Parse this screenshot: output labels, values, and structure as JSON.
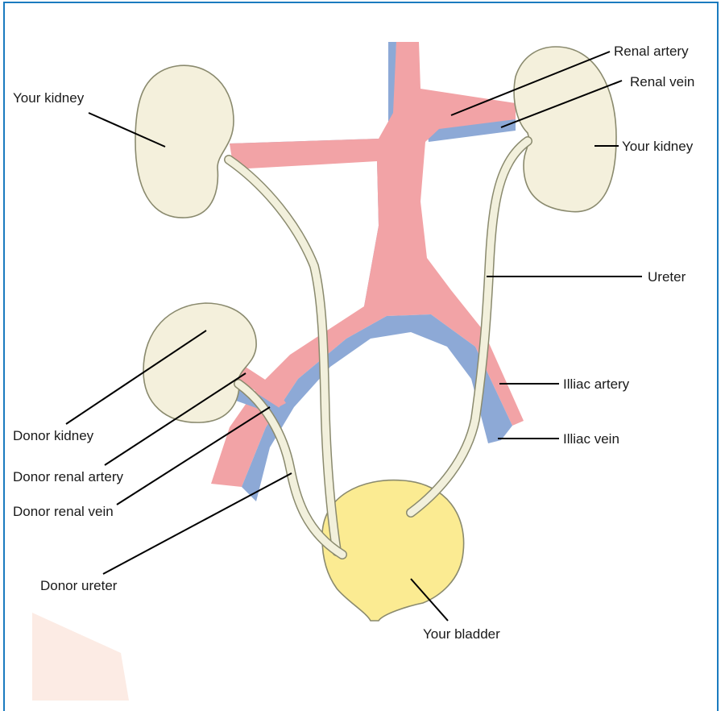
{
  "labels": {
    "your_kidney_left": "Your kidney",
    "renal_artery": "Renal artery",
    "renal_vein": "Renal vein",
    "your_kidney_right": "Your kidney",
    "ureter": "Ureter",
    "illiac_artery": "Illiac artery",
    "illiac_vein": "Illiac vein",
    "donor_kidney": "Donor kidney",
    "donor_renal_artery": "Donor renal artery",
    "donor_renal_vein": "Donor renal vein",
    "donor_ureter": "Donor ureter",
    "your_bladder": "Your bladder"
  },
  "colors": {
    "frame": "#1b7bbf",
    "artery": "#f2a3a6",
    "vein": "#8da9d6",
    "kidney": "#f4f0dc",
    "bladder": "#fbeb92",
    "ureter": "#f2f0dc",
    "outline": "#8a8a6e",
    "watermark": "#f8d2c4"
  }
}
